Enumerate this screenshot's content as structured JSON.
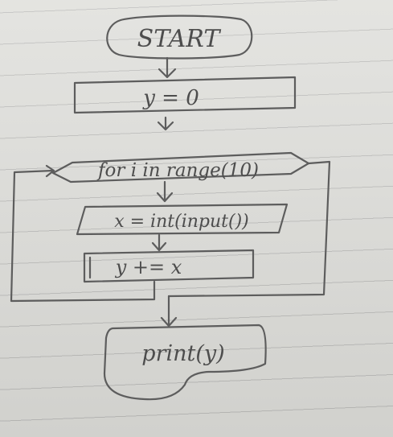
{
  "flowchart": {
    "start": "START",
    "init": "y = 0",
    "loop": "for i in range(10)",
    "input": "x = int(input())",
    "accumulate": "y += x",
    "output": "print(y)"
  }
}
